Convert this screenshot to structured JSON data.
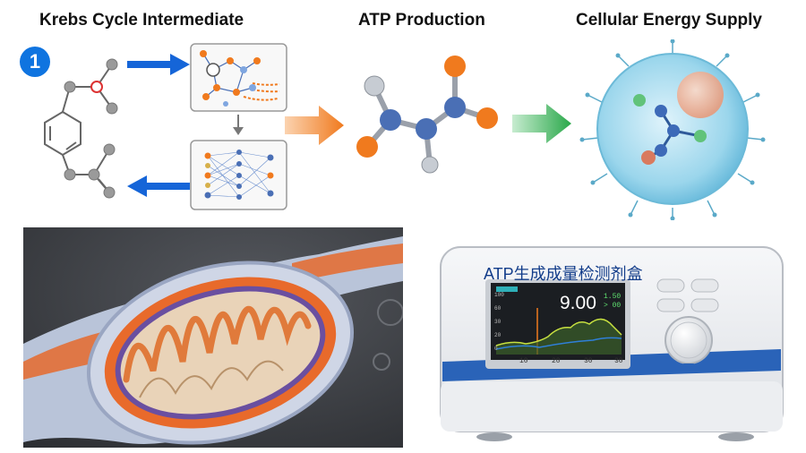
{
  "headers": {
    "krebs": "Krebs Cycle Intermediate",
    "atp": "ATP Production",
    "energy": "Cellular Energy Supply"
  },
  "step_badge": "1",
  "device": {
    "title": "ATP生成成量检测剂盒",
    "reading": "9.00",
    "small_line1": "1.50",
    "small_line2": "> 00",
    "x_ticks": [
      "10",
      "20",
      "30",
      "30"
    ],
    "y_ticks": [
      "100",
      "60",
      "30",
      "20",
      "0"
    ]
  },
  "colors": {
    "arrow_blue": "#1565d8",
    "arrow_orange": "#f07a1e",
    "arrow_green": "#2aa84a",
    "atom_orange": "#f07a1e",
    "atom_blue": "#4a6fb5",
    "cell_blue": "#8fd3ec"
  },
  "icons": [
    "benzene-ring-molecule-icon",
    "network-graph-icon",
    "neural-net-icon",
    "atp-molecule-icon",
    "cell-icon",
    "mitochondrion-image",
    "detector-device-image"
  ]
}
